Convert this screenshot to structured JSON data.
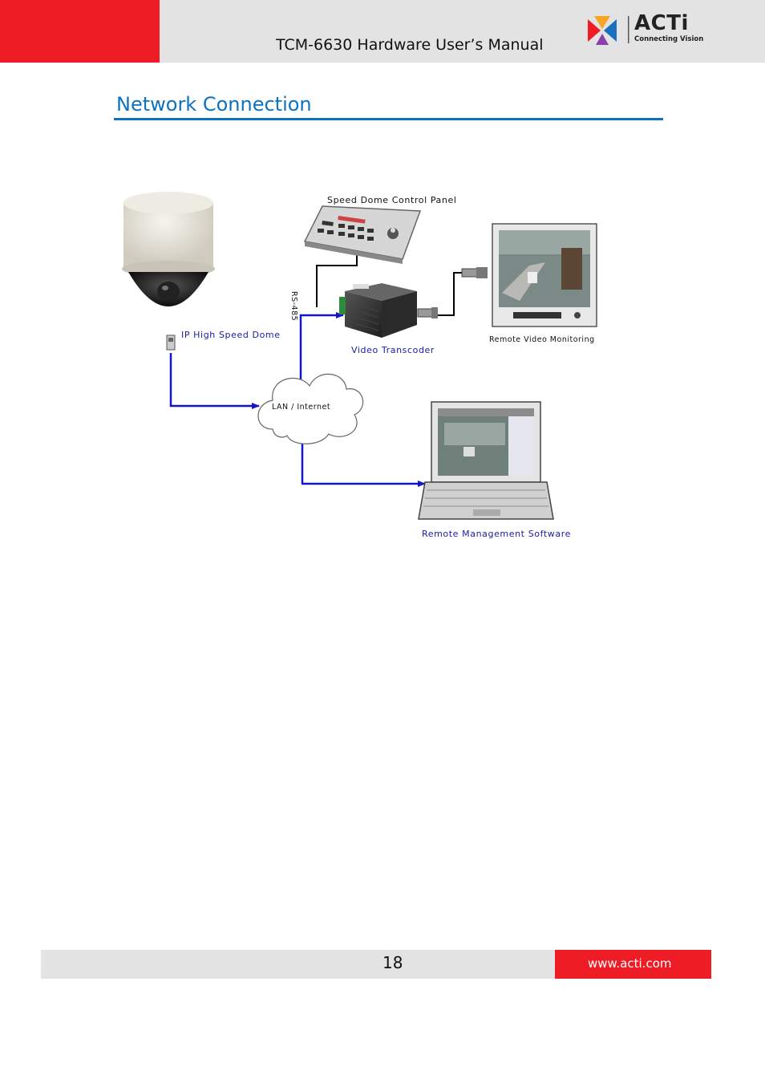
{
  "header": {
    "title": "TCM-6630 Hardware User’s Manual",
    "logo_name": "ACTi",
    "logo_tagline": "Connecting Vision"
  },
  "section": {
    "title": "Network Connection"
  },
  "diagram": {
    "control_panel_label": "Speed Dome Control Panel",
    "rs485_label": "RS-485",
    "dome_label": "IP High Speed Dome",
    "transcoder_label": "Video Transcoder",
    "monitor_label": "Remote Video Monitoring",
    "network_label": "LAN / Internet",
    "software_label": "Remote Management Software"
  },
  "footer": {
    "page_number": "18",
    "website": "www.acti.com"
  },
  "colors": {
    "brand_red": "#ee1c25",
    "heading_blue": "#0c72c0",
    "link_blue": "#1a1aa8",
    "band_grey": "#e3e3e3"
  }
}
